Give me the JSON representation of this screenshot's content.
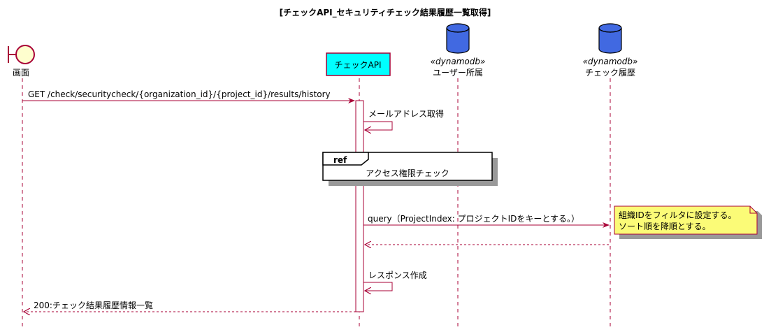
{
  "title": "[チェックAPI_セキュリティチェック結果履歴一覧取得]",
  "participants": {
    "screen": "画面",
    "api": "チェックAPI",
    "user_stereo": "«dynamodb»",
    "user": "ユーザー所属",
    "hist_stereo": "«dynamodb»",
    "hist": "チェック履歴"
  },
  "messages": {
    "m1": "GET /check/securitycheck/{organization_id}/{project_id}/results/history",
    "m2": "メールアドレス取得",
    "m3": "query（ProjectIndex: プロジェクトIDをキーとする。）",
    "m5": "レスポンス作成",
    "m6": "200:チェック結果履歴情報一覧"
  },
  "ref": {
    "tag": "ref",
    "label": "アクセス権限チェック"
  },
  "note": {
    "line1": "組織IDをフィルタに設定する。",
    "line2": "ソート順を降順とする。"
  },
  "colors": {
    "arrow": "#A80036",
    "api_box": "#00FFFF",
    "db": "#4169E1",
    "note": "#FBFB77",
    "boundary": "#FEFECE"
  }
}
